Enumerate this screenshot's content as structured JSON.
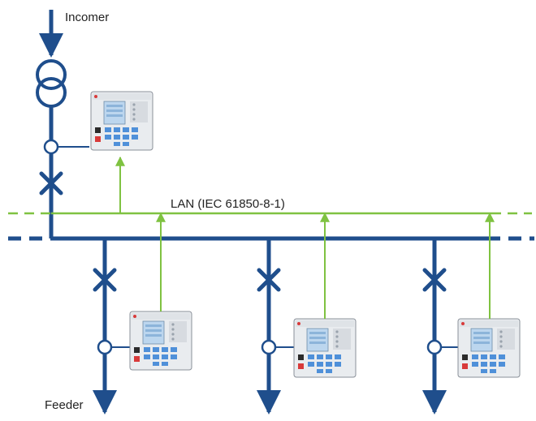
{
  "labels": {
    "incomer": "Incomer",
    "lan": "LAN (IEC 61850-8-1)",
    "feeder": "Feeder"
  },
  "colors": {
    "busbar": "#1f4e8c",
    "lan": "#7fc241",
    "device_body": "#e9ecef",
    "device_screen": "#bcd6ee",
    "device_keys": "#4f90d9",
    "device_led": "#d83a3a"
  },
  "icons": {
    "transformer": "transformer-icon",
    "current_transformer": "current-transformer-icon",
    "circuit_breaker": "circuit-breaker-icon",
    "protection_relay": "protection-relay-ied-icon"
  }
}
